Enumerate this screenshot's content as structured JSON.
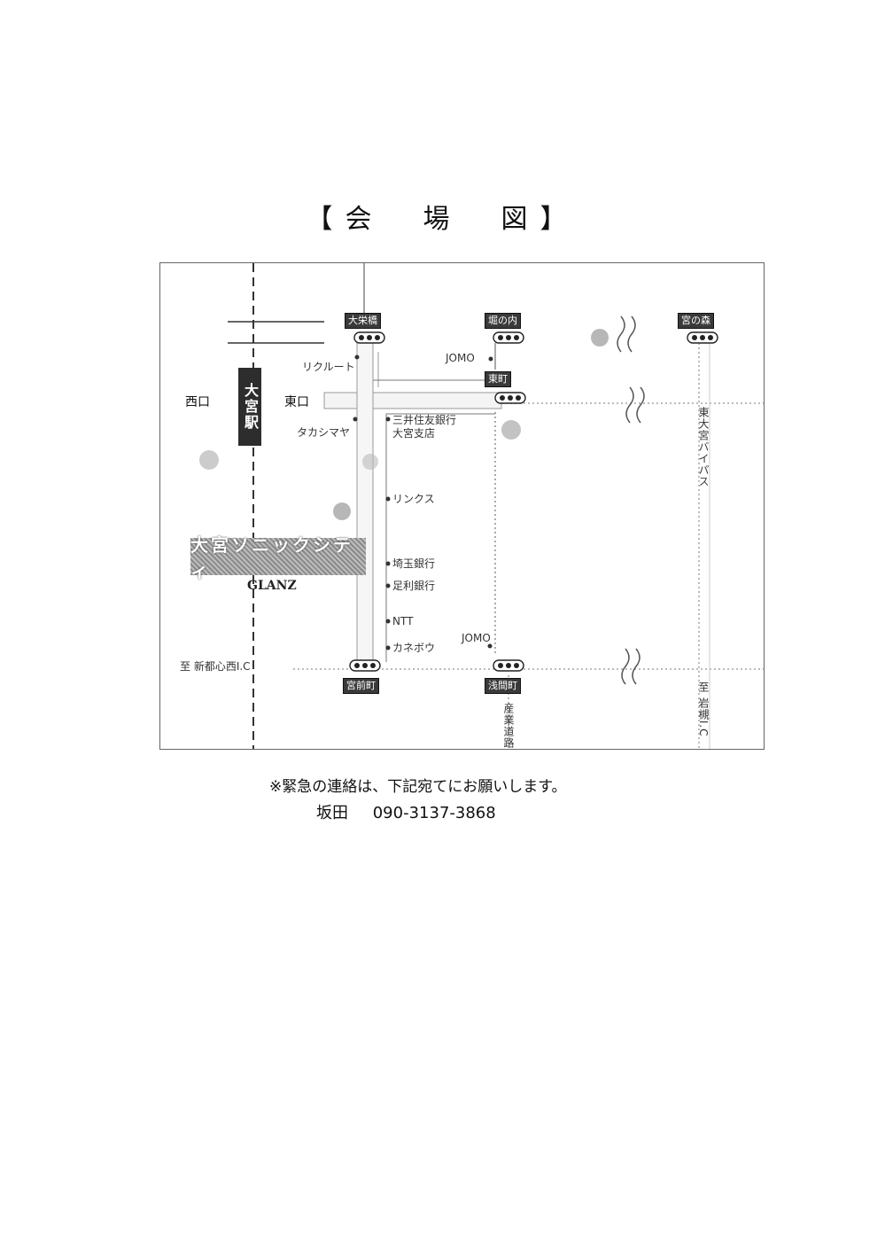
{
  "title": "【会　場　図】",
  "map": {
    "station": "大宮駅",
    "exits": {
      "west": "西口",
      "east": "東口"
    },
    "signals": {
      "top_left": "大栄橋",
      "top_middle": "堀の内",
      "top_right": "宮の森",
      "east": "東町",
      "bottom_left": "宮前町",
      "bottom_middle": "浅間町"
    },
    "landmarks": {
      "recruit": "リクルート",
      "jomo_north": "JOMO",
      "takashimaya": "タカシマヤ",
      "mitsui_bank_1": "三井住友銀行",
      "mitsui_bank_2": "大宮支店",
      "links": "リンクス",
      "saitama_bank": "埼玉銀行",
      "ashikaga_bank": "足利銀行",
      "ntt": "NTT",
      "kanebo": "カネボウ",
      "jomo_south": "JOMO"
    },
    "venue": {
      "name": "大宮ソニックシティ",
      "sub": "GLANZ"
    },
    "roads": {
      "bypass": "東大宮バイパス",
      "route_shinto": "至 新都心西I.C",
      "route_iwatsuki": "至 岩槻I.C",
      "route_south": "産業道路"
    }
  },
  "contact": {
    "note": "※緊急の連絡は、下記宛てにお願いします。",
    "name": "坂田",
    "phone": "090-3137-3868"
  }
}
